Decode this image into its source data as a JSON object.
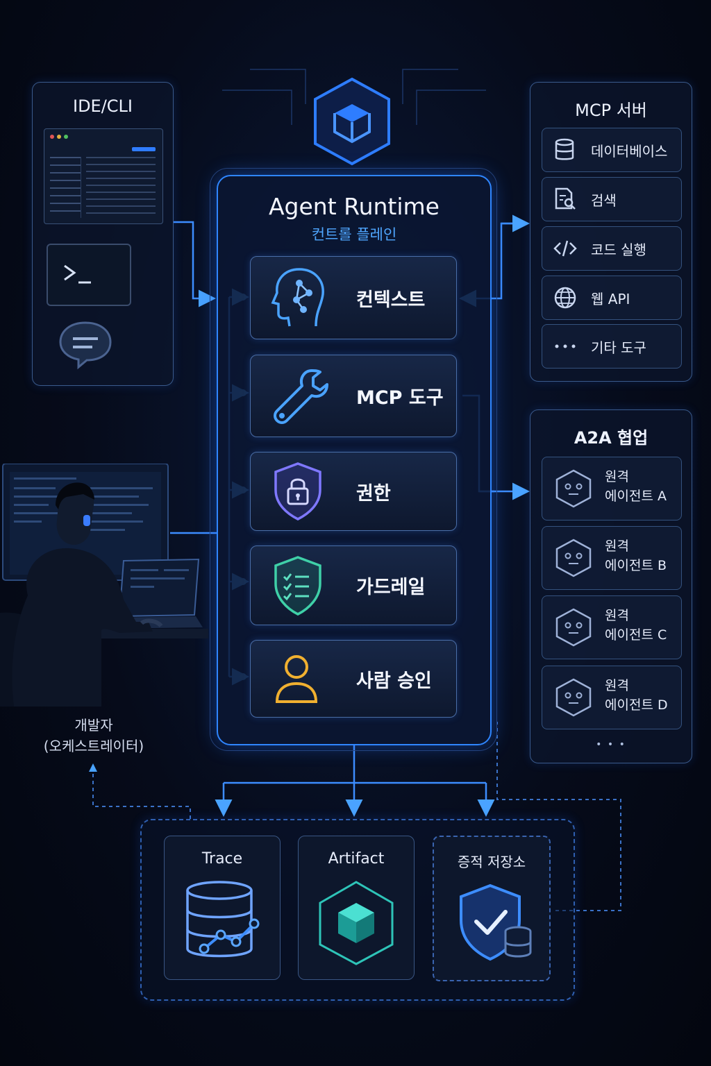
{
  "ide_panel": {
    "title": "IDE/CLI"
  },
  "runtime": {
    "title": "Agent Runtime",
    "subtitle": "컨트롤 플레인",
    "items": [
      {
        "label": "컨텍스트",
        "icon": "brain-network-icon"
      },
      {
        "label": "MCP 도구",
        "icon": "wrench-icon"
      },
      {
        "label": "권한",
        "icon": "lock-shield-icon"
      },
      {
        "label": "가드레일",
        "icon": "checklist-shield-icon"
      },
      {
        "label": "사람 승인",
        "icon": "person-icon"
      }
    ]
  },
  "mcp_panel": {
    "title": "MCP 서버",
    "items": [
      {
        "label": "데이터베이스",
        "icon": "database-icon"
      },
      {
        "label": "검색",
        "icon": "search-document-icon"
      },
      {
        "label": "코드 실행",
        "icon": "code-icon"
      },
      {
        "label": "웹 API",
        "icon": "globe-icon"
      },
      {
        "label": "기타 도구",
        "icon": "ellipsis-icon"
      }
    ]
  },
  "a2a_panel": {
    "title": "A2A 협업",
    "agents": [
      {
        "line1": "원격",
        "line2": "에이전트 A"
      },
      {
        "line1": "원격",
        "line2": "에이전트 B"
      },
      {
        "line1": "원격",
        "line2": "에이전트 C"
      },
      {
        "line1": "원격",
        "line2": "에이전트 D"
      }
    ],
    "more": "• • •"
  },
  "developer": {
    "line1": "개발자",
    "line2": "(오케스트레이터)"
  },
  "outputs": [
    {
      "label": "Trace",
      "icon": "database-chart-icon"
    },
    {
      "label": "Artifact",
      "icon": "cube-icon"
    },
    {
      "label": "증적 저장소",
      "icon": "shield-check-icon"
    }
  ],
  "colors": {
    "accent": "#2f8cff",
    "glow": "#1e6bff",
    "panel_border": "#3a5a8c"
  }
}
